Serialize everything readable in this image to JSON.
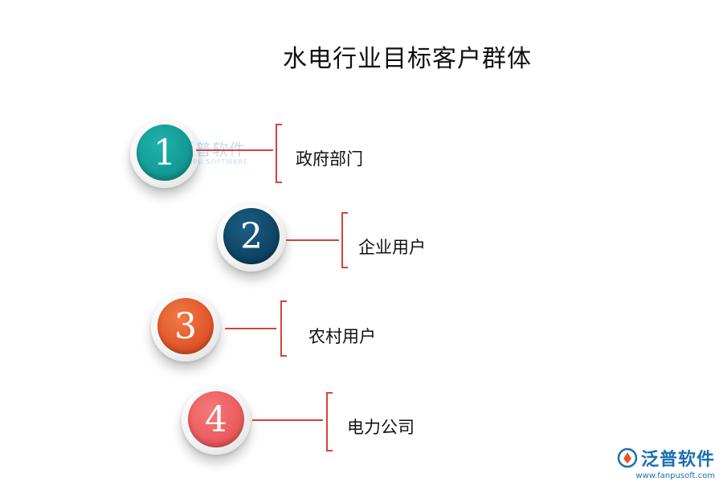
{
  "title": "水电行业目标客户群体",
  "items": [
    {
      "number": "1",
      "label": "政府部门",
      "color": "#139a94"
    },
    {
      "number": "2",
      "label": "企业用户",
      "color": "#0f4566"
    },
    {
      "number": "3",
      "label": "农村用户",
      "color": "#e2562b"
    },
    {
      "number": "4",
      "label": "电力公司",
      "color": "#ec5b5e"
    }
  ],
  "watermark": {
    "text_cn": "泛普软件",
    "text_en": "FANPU SOFTWARE"
  },
  "logo": {
    "text_cn": "泛普软件",
    "url": "www.fanpusoft.com",
    "icon": "fanpu-logo-icon"
  },
  "colors": {
    "connector": "#d9413c"
  }
}
